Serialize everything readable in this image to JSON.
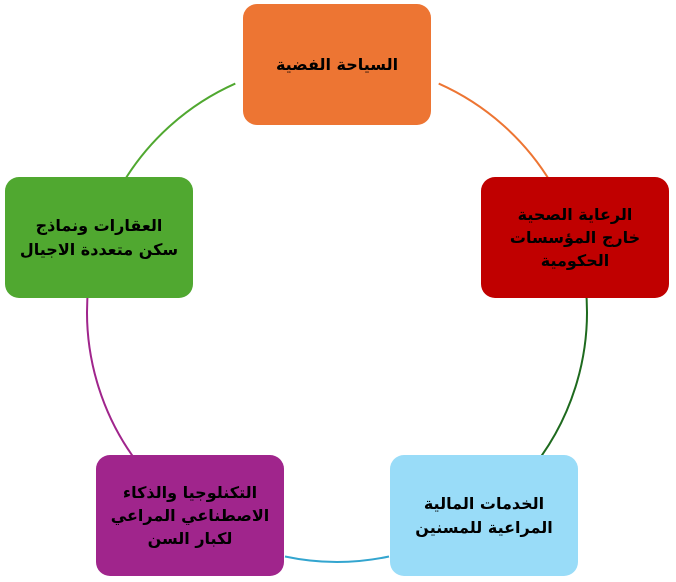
{
  "diagram": {
    "nodes": [
      {
        "label": "السياحة الفضية",
        "color": "#ED7533"
      },
      {
        "label": "الرعاية الصحية\nخارج المؤسسات\nالحكومية",
        "color": "#C00000"
      },
      {
        "label": "الخدمات المالية\nالمراعية للمسنين",
        "color": "#99DCF8"
      },
      {
        "label": "التكنلوجيا والذكاء\nالاصطناعي المراعي\nلكبار السن",
        "color": "#A0258C"
      },
      {
        "label": "العقارات ونماذج\nسكن متعددة الاجيال",
        "color": "#50A830"
      }
    ],
    "connectors": [
      {
        "color": "#ED7533"
      },
      {
        "color": "#1E6A1E"
      },
      {
        "color": "#33A5CF"
      },
      {
        "color": "#A0258C"
      },
      {
        "color": "#50A830"
      }
    ]
  }
}
